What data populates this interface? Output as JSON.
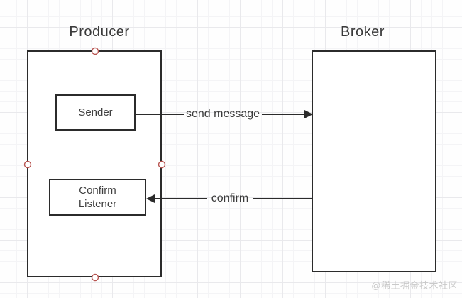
{
  "diagram": {
    "producer": {
      "title": "Producer",
      "sender_label": "Sender",
      "confirm_listener_label": "Confirm\nListener"
    },
    "broker": {
      "title": "Broker"
    },
    "arrows": {
      "send_message_label": "send message",
      "confirm_label": "confirm"
    },
    "connection_points": [
      "top",
      "left",
      "right",
      "bottom"
    ]
  },
  "watermark": "@稀土掘金技术社区",
  "colors": {
    "shape_border": "#2b2b2b",
    "shape_fill": "#ffffff",
    "text": "#3a3a3a",
    "connection_point_stroke": "#b85450",
    "grid_minor": "#f4f4f6",
    "grid_major": "#e9e9ec",
    "watermark_text": "#c9c9c9"
  }
}
